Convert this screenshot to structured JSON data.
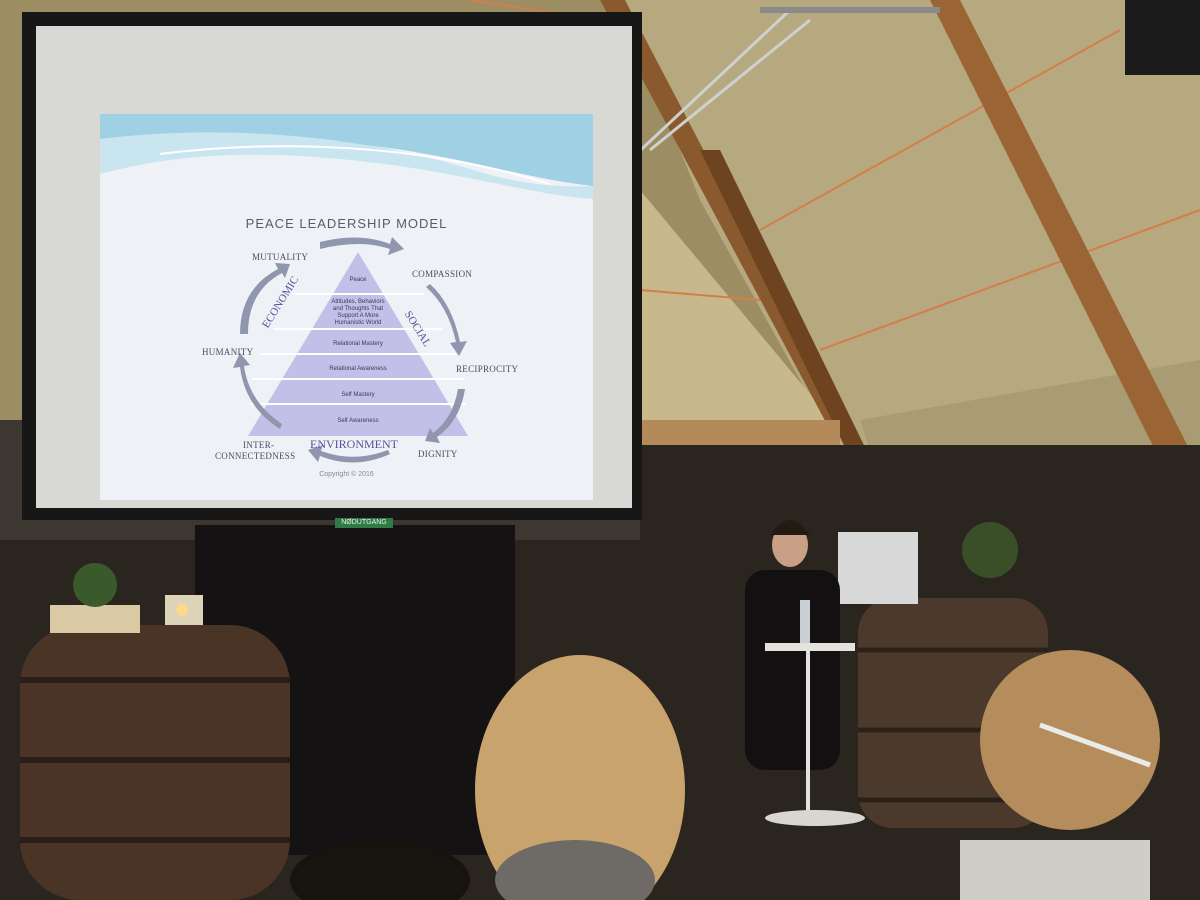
{
  "slide": {
    "title": "PEACE LEADERSHIP MODEL",
    "labels": {
      "mutuality": "MUTUALITY",
      "compassion": "COMPASSION",
      "humanity": "HUMANITY",
      "reciprocity": "RECIPROCITY",
      "inter": "INTER-",
      "connectedness": "CONNECTEDNESS",
      "dignity": "DIGNITY"
    },
    "axes": {
      "economic": "ECONOMIC",
      "social": "SOCIAL",
      "environment": "ENVIRONMENT"
    },
    "pyramid_tiers": [
      "Peace",
      "Attitudes, Behaviors",
      "and Thoughts That",
      "Support A More",
      "Humanistic World",
      "Relational Mastery",
      "Relational Awareness",
      "Self Mastery",
      "Self Awareness"
    ],
    "copyright": "Copyright © 2016"
  },
  "exit_sign": "NØDUTGANG",
  "colors": {
    "slide_accent": "#5a4f9a",
    "pyramid": "#b8b6e0",
    "arrows": "#8f96ad",
    "wall_panels": "#c4b88c",
    "beam": "#8a5a2e"
  }
}
